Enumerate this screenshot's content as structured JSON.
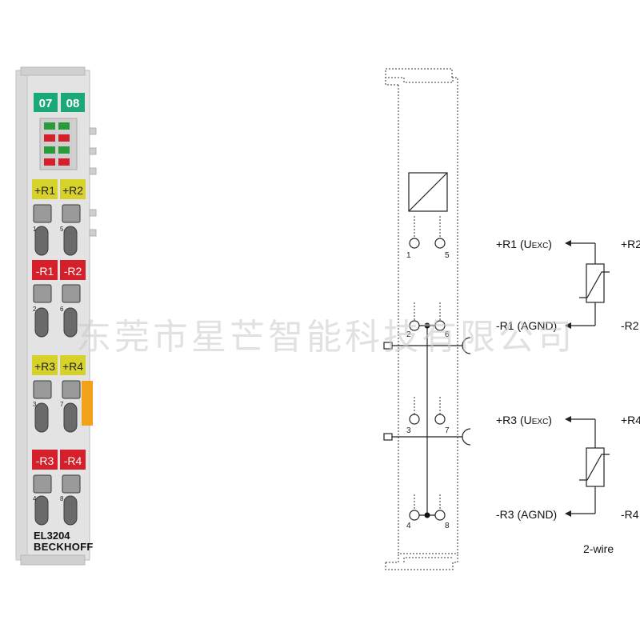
{
  "module": {
    "top_labels": [
      "07",
      "08"
    ],
    "pos_labels_a": [
      "+R1",
      "+R2"
    ],
    "neg_labels_a": [
      "-R1",
      "-R2"
    ],
    "pos_labels_b": [
      "+R3",
      "+R4"
    ],
    "neg_labels_b": [
      "-R3",
      "-R4"
    ],
    "contact_numbers": [
      "1",
      "5",
      "2",
      "6",
      "3",
      "7",
      "4",
      "8"
    ],
    "model": "EL3204",
    "brand": "BECKHOFF",
    "colors": {
      "green": "#1aa77a",
      "yellow": "#d7d22a",
      "red": "#d51f2a",
      "orange": "#f2a21a",
      "body": "#e2e2e2"
    }
  },
  "schematic": {
    "terminal_numbers": [
      "1",
      "5",
      "2",
      "6",
      "3",
      "7",
      "4",
      "8"
    ]
  },
  "wiring": {
    "r1_plus": "+R1 (U",
    "r1_sub": "EXC",
    "r1_close": ")",
    "r2_plus": "+R2",
    "r1_minus": "-R1 (AGND)",
    "r2_minus": "-R2",
    "r3_plus": "+R3 (U",
    "r3_sub": "EXC",
    "r3_close": ")",
    "r4_plus": "+R4",
    "r3_minus": "-R3 (AGND)",
    "r4_minus": "-R4",
    "caption": "2-wire"
  },
  "watermark": "东莞市星芒智能科技有限公司"
}
